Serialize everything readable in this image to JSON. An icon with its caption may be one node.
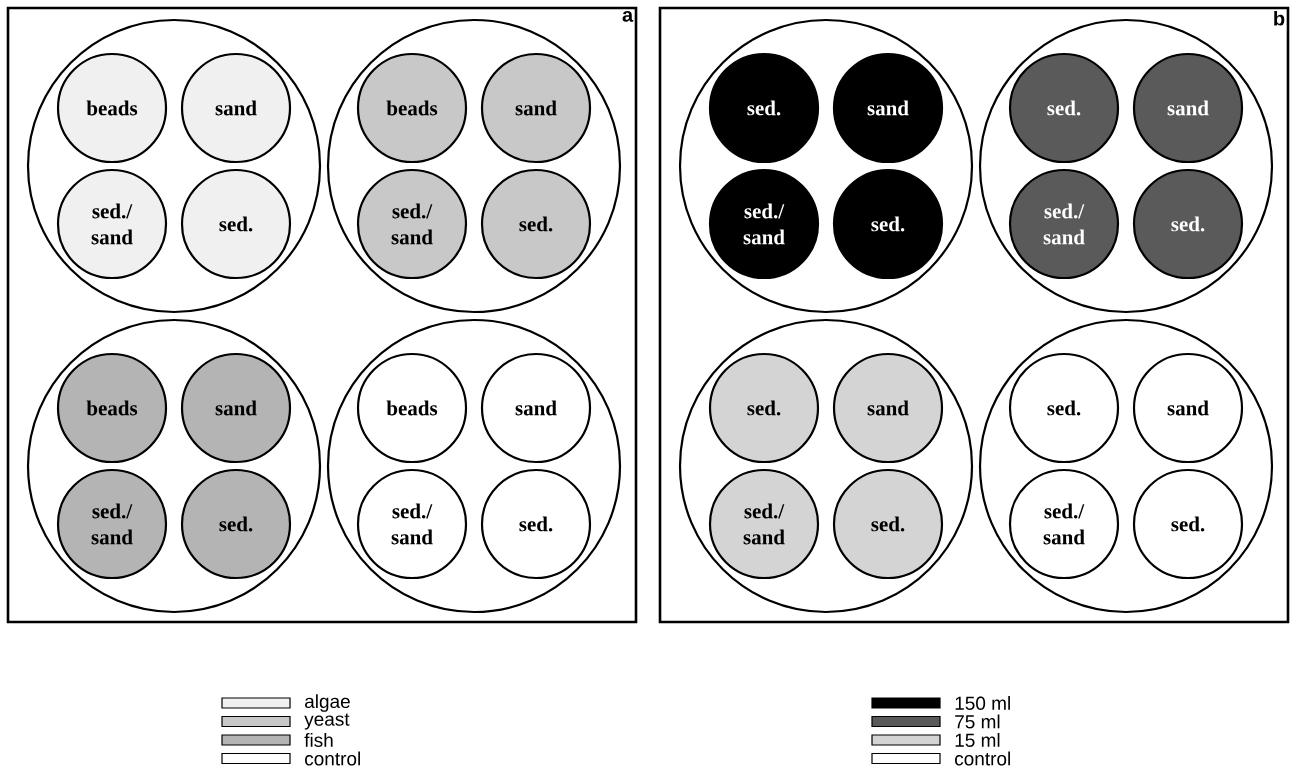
{
  "diagram": {
    "nodes": [
      {
        "text": [
          "a"
        ]
      },
      {
        "text": [],
        "shape": "circle",
        "in": 0
      },
      {
        "text": [
          "beads"
        ],
        "in": 1
      },
      {
        "text": [
          "sand"
        ],
        "in": 1
      },
      {
        "text": [
          "sed./ sand"
        ],
        "in": 1
      },
      {
        "text": [
          "sed."
        ],
        "in": 1
      },
      {
        "text": [],
        "shape": "circle",
        "in": 0
      },
      {
        "text": [
          "beads"
        ],
        "in": 6
      },
      {
        "text": [
          "sand"
        ],
        "in": 6
      },
      {
        "text": [
          "sed./ sand"
        ],
        "in": 6
      },
      {
        "text": [
          "sed."
        ],
        "in": 6
      },
      {
        "text": [],
        "shape": "circle",
        "in": 0
      },
      {
        "text": [
          "beads"
        ],
        "in": 11
      },
      {
        "text": [
          "sand"
        ],
        "in": 11
      },
      {
        "text": [
          "sed./ sand"
        ],
        "in": 11
      },
      {
        "text": [
          "sed."
        ],
        "in": 11
      },
      {
        "text": [],
        "shape": "circle",
        "in": 0
      },
      {
        "text": [
          "beads"
        ],
        "in": 16
      },
      {
        "text": [
          "sand"
        ],
        "in": 16
      },
      {
        "text": [
          "sed./ sand"
        ],
        "in": 16
      },
      {
        "text": [
          "sed."
        ],
        "in": 16
      },
      {
        "text": [
          "b"
        ]
      },
      {
        "text": [],
        "shape": "circle",
        "in": 21
      },
      {
        "text": [
          "sed."
        ],
        "in": 22
      },
      {
        "text": [
          "sand"
        ],
        "in": 22
      },
      {
        "text": [
          "sed./ sand"
        ],
        "in": 22
      },
      {
        "text": [
          "sed."
        ],
        "in": 22
      },
      {
        "text": [],
        "shape": "circle",
        "in": 21
      },
      {
        "text": [
          "sed."
        ],
        "in": 27
      },
      {
        "text": [
          "sand"
        ],
        "in": 27
      },
      {
        "text": [
          "sed./ sand"
        ],
        "in": 27
      },
      {
        "text": [
          "sed."
        ],
        "in": 27
      },
      {
        "text": [],
        "shape": "circle",
        "in": 21
      },
      {
        "text": [
          "sed."
        ],
        "in": 32
      },
      {
        "text": [
          "sand"
        ],
        "in": 32
      },
      {
        "text": [
          "sed./ sand"
        ],
        "in": 32
      },
      {
        "text": [
          "sed."
        ],
        "in": 32
      },
      {
        "text": [],
        "shape": "circle",
        "in": 21
      },
      {
        "text": [
          "sed."
        ],
        "in": 37
      },
      {
        "text": [
          "sand"
        ],
        "in": 37
      },
      {
        "text": [
          "sed./ sand"
        ],
        "in": 37
      },
      {
        "text": [
          "sed."
        ],
        "in": 37
      }
    ],
    "legend": [
      {
        "text": "algae",
        "color": "#f0f0f0"
      },
      {
        "text": "yeast",
        "color": "#c8c8c8"
      },
      {
        "text": "fish",
        "color": "#b4b4b4"
      },
      {
        "text": "control"
      },
      {
        "text": "150 ml",
        "color": "#000000"
      },
      {
        "text": "75 ml",
        "color": "#5a5a5a"
      },
      {
        "text": "15 ml",
        "color": "#d4d4d4"
      },
      {
        "text": "control"
      }
    ]
  }
}
